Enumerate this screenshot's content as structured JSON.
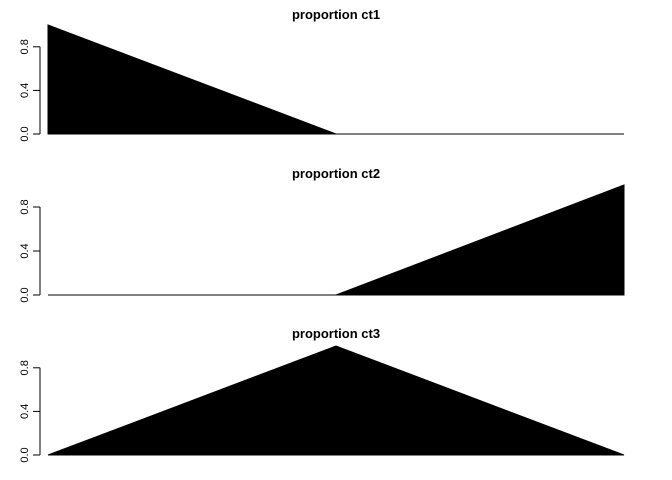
{
  "chart_data": [
    {
      "type": "area",
      "title": "proportion ct1",
      "xlabel": "",
      "ylabel": "",
      "ylim": [
        0,
        1
      ],
      "yticks": [
        "0.0",
        "0.4",
        "0.8"
      ],
      "x": [
        0,
        0.5,
        1
      ],
      "values": [
        1,
        0,
        0
      ],
      "fill_color": "#000000",
      "grid": false,
      "x_axis": "none"
    },
    {
      "type": "area",
      "title": "proportion ct2",
      "xlabel": "",
      "ylabel": "",
      "ylim": [
        0,
        1
      ],
      "yticks": [
        "0.0",
        "0.4",
        "0.8"
      ],
      "x": [
        0,
        0.5,
        1
      ],
      "values": [
        0,
        0,
        1
      ],
      "fill_color": "#000000",
      "grid": false,
      "x_axis": "none"
    },
    {
      "type": "area",
      "title": "proportion ct3",
      "xlabel": "",
      "ylabel": "",
      "ylim": [
        0,
        1
      ],
      "yticks": [
        "0.0",
        "0.4",
        "0.8"
      ],
      "x": [
        0,
        0.5,
        1
      ],
      "values": [
        0,
        1,
        0
      ],
      "fill_color": "#000000",
      "grid": false,
      "x_axis": "none"
    }
  ]
}
